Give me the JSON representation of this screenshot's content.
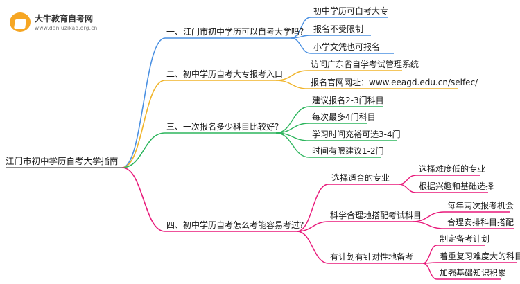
{
  "logo": {
    "title": "大牛教育自考网",
    "url": "www.daniuzikao.org.cn"
  },
  "colors": {
    "branch1": "#4a90e2",
    "branch2": "#f0b429",
    "branch3": "#2db55d",
    "branch4": "#e8197a",
    "root_line": "#444444"
  },
  "root": "江门市初中学历自考大学指南",
  "branches": [
    {
      "label": "一、江门市初中学历可以自考大学吗?",
      "children": [
        "初中学历可自考大专",
        "报名不受限制",
        "小学文凭也可报名"
      ]
    },
    {
      "label": "二、初中学历自考大专报考入口",
      "children": [
        "访问广东省自学考试管理系统",
        "报名官网网址：www.eeagd.edu.cn/selfec/"
      ]
    },
    {
      "label": "三、一次报名多少科目比较好?",
      "children": [
        "建议报名2-3门科目",
        "每次最多4门科目",
        "学习时间充裕可选3-4门",
        "时间有限建议1-2门"
      ]
    },
    {
      "label": "四、初中学历自考怎么考能容易考过?",
      "children": [
        {
          "label": "选择适合的专业",
          "children": [
            "选择难度低的专业",
            "根据兴趣和基础选择"
          ]
        },
        {
          "label": "科学合理地搭配考试科目",
          "children": [
            "每年两次报考机会",
            "合理安排科目搭配"
          ]
        },
        {
          "label": "有计划有针对性地备考",
          "children": [
            "制定备考计划",
            "着重复习难度大的科目",
            "加强基础知识积累"
          ]
        }
      ]
    }
  ]
}
